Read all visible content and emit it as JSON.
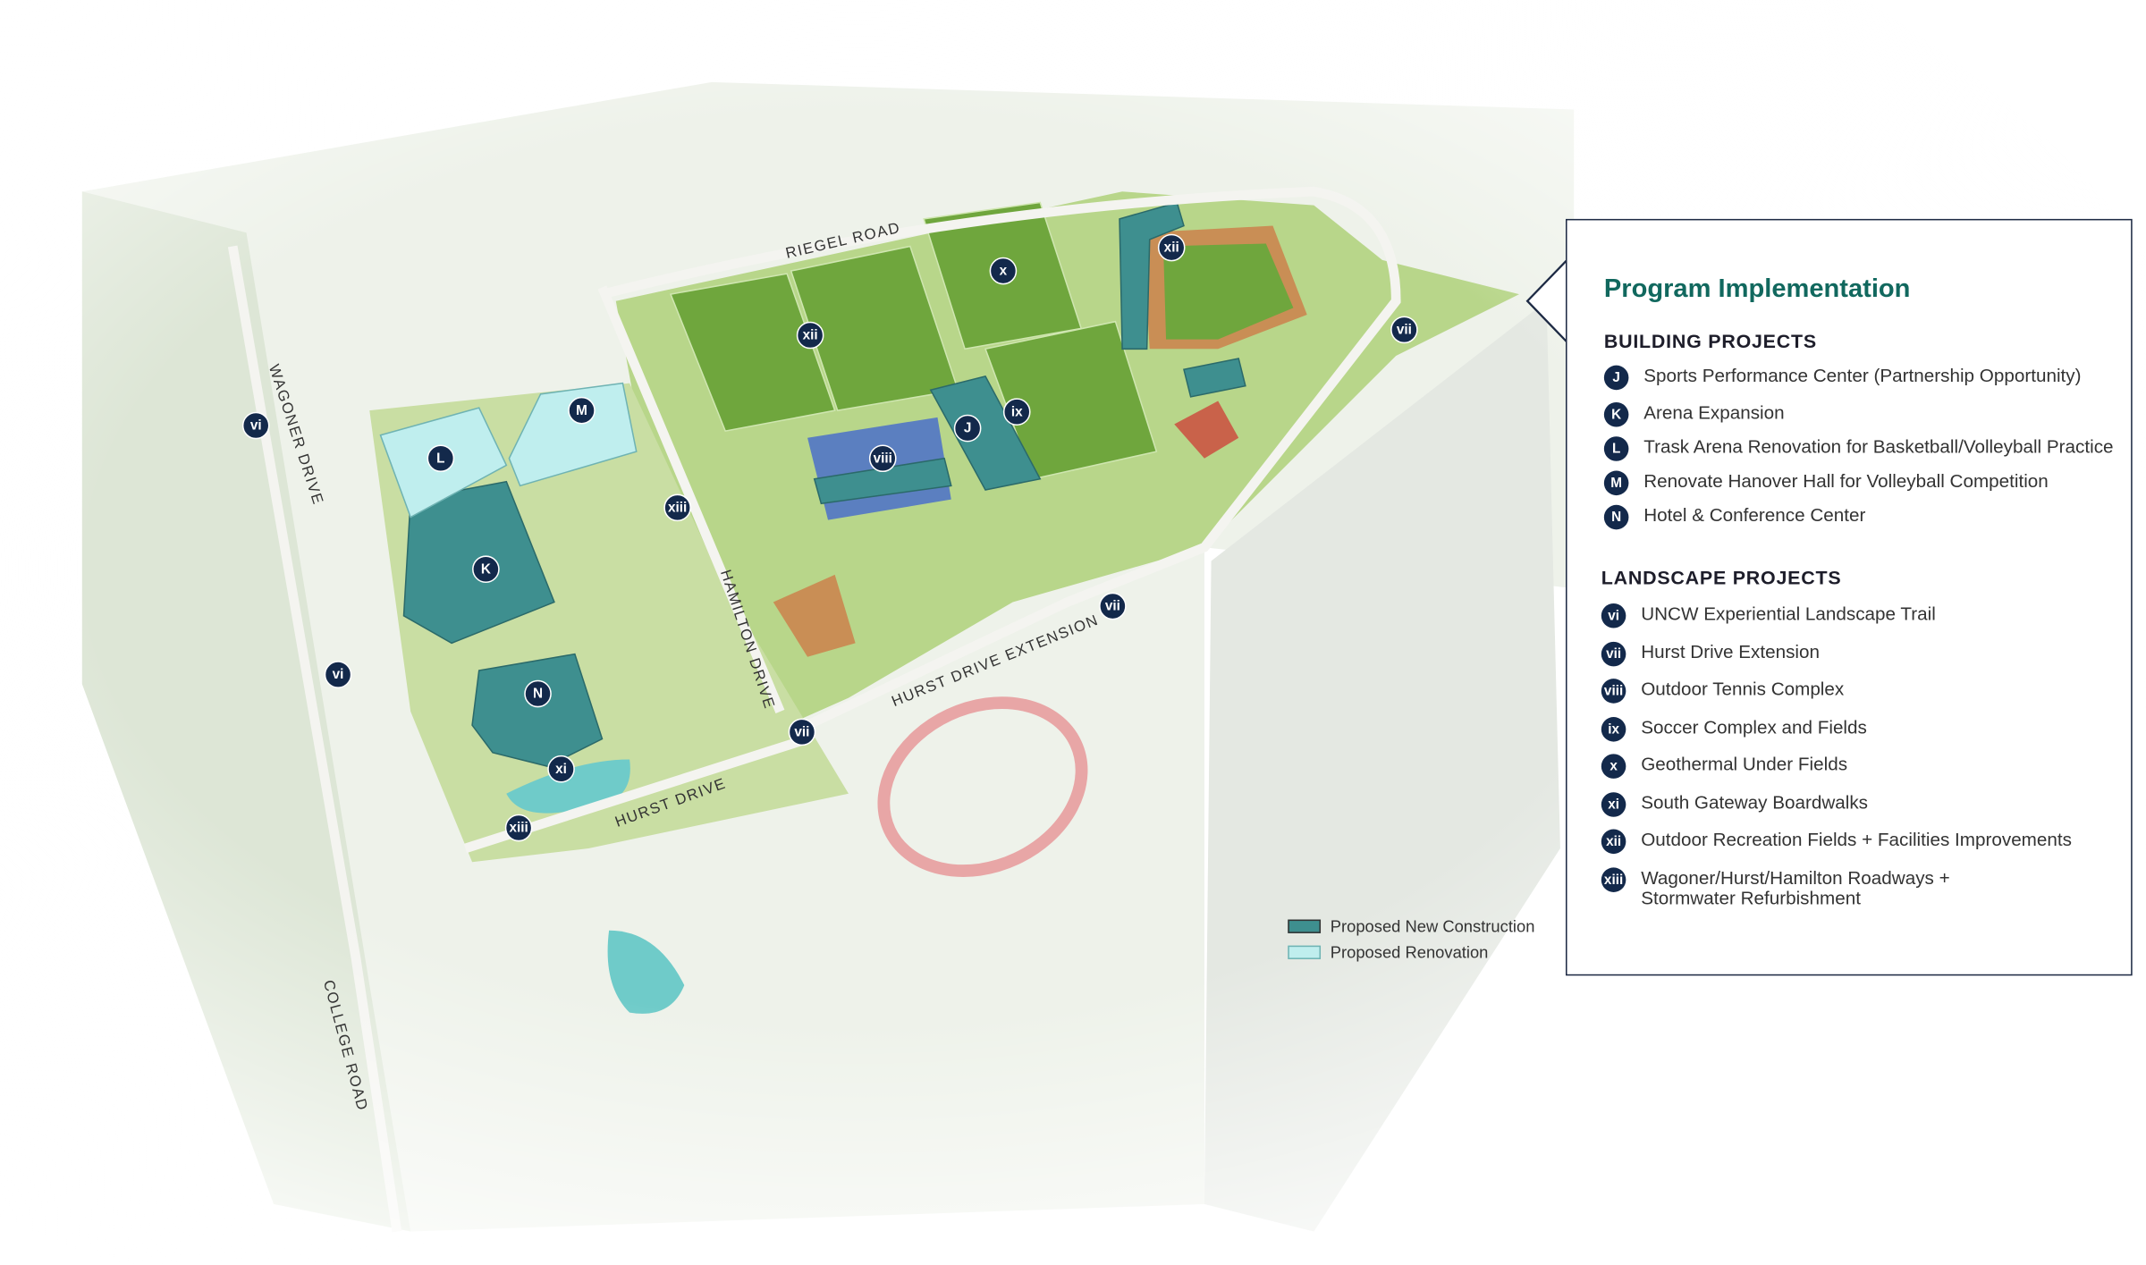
{
  "colors": {
    "new_construction": "#3e8f8f",
    "renovation": "#bfeeee",
    "marker": "#13294b",
    "title": "#11685e",
    "field": "#7cb342"
  },
  "roads": {
    "riegel": "RIEGEL ROAD",
    "wagoner": "WAGONER DRIVE",
    "hamilton": "HAMILTON DRIVE",
    "hurst_ext": "HURST DRIVE EXTENSION",
    "hurst": "HURST DRIVE",
    "college": "COLLEGE ROAD"
  },
  "markers": {
    "J": "J",
    "K": "K",
    "L": "L",
    "M": "M",
    "N": "N",
    "vi": "vi",
    "vii": "vii",
    "viii": "viii",
    "ix": "ix",
    "x": "x",
    "xi": "xi",
    "xii": "xii",
    "xiii": "xiii"
  },
  "legend": {
    "new": "Proposed New Construction",
    "renovation": "Proposed Renovation"
  },
  "panel": {
    "title": "Program Implementation",
    "building_heading": "BUILDING PROJECTS",
    "building": [
      {
        "key": "J",
        "label": "Sports Performance Center (Partnership Opportunity)"
      },
      {
        "key": "K",
        "label": "Arena Expansion"
      },
      {
        "key": "L",
        "label": "Trask Arena Renovation for Basketball/Volleyball Practice"
      },
      {
        "key": "M",
        "label": "Renovate Hanover Hall for Volleyball Competition"
      },
      {
        "key": "N",
        "label": "Hotel & Conference Center"
      }
    ],
    "landscape_heading": "LANDSCAPE PROJECTS",
    "landscape": [
      {
        "key": "vi",
        "label": "UNCW Experiential Landscape Trail"
      },
      {
        "key": "vii",
        "label": "Hurst Drive Extension"
      },
      {
        "key": "viii",
        "label": "Outdoor Tennis Complex"
      },
      {
        "key": "ix",
        "label": "Soccer Complex and Fields"
      },
      {
        "key": "x",
        "label": "Geothermal Under Fields"
      },
      {
        "key": "xi",
        "label": "South Gateway Boardwalks"
      },
      {
        "key": "xii",
        "label": "Outdoor Recreation Fields + Facilities Improvements"
      },
      {
        "key": "xiii",
        "label": "Wagoner/Hurst/Hamilton Roadways +",
        "label2": "Stormwater Refurbishment"
      }
    ]
  }
}
